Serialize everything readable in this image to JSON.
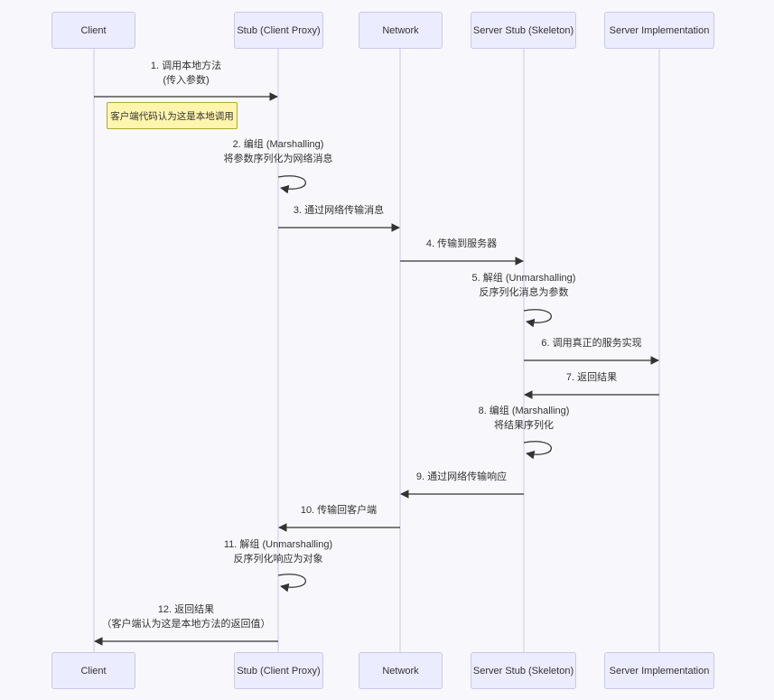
{
  "participants": [
    {
      "label": "Client"
    },
    {
      "label": "Stub (Client Proxy)"
    },
    {
      "label": "Network"
    },
    {
      "label": "Server Stub (Skeleton)"
    },
    {
      "label": "Server Implementation"
    }
  ],
  "note": {
    "text": "客户端代码认为这是本地调用",
    "attached_to": "Client"
  },
  "messages": [
    {
      "kind": "message",
      "from": "Client",
      "to": "Stub (Client Proxy)",
      "text1": "1. 调用本地方法",
      "text2": "(传入参数)"
    },
    {
      "kind": "self",
      "from": "Stub (Client Proxy)",
      "to": "Stub (Client Proxy)",
      "text1": "2. 编组 (Marshalling)",
      "text2": "将参数序列化为网络消息"
    },
    {
      "kind": "message",
      "from": "Stub (Client Proxy)",
      "to": "Network",
      "text1": "3. 通过网络传输消息"
    },
    {
      "kind": "message",
      "from": "Network",
      "to": "Server Stub (Skeleton)",
      "text1": "4. 传输到服务器"
    },
    {
      "kind": "self",
      "from": "Server Stub (Skeleton)",
      "to": "Server Stub (Skeleton)",
      "text1": "5. 解组 (Unmarshalling)",
      "text2": "反序列化消息为参数"
    },
    {
      "kind": "message",
      "from": "Server Stub (Skeleton)",
      "to": "Server Implementation",
      "text1": "6. 调用真正的服务实现"
    },
    {
      "kind": "message",
      "from": "Server Implementation",
      "to": "Server Stub (Skeleton)",
      "text1": "7. 返回结果"
    },
    {
      "kind": "self",
      "from": "Server Stub (Skeleton)",
      "to": "Server Stub (Skeleton)",
      "text1": "8. 编组 (Marshalling)",
      "text2": "将结果序列化"
    },
    {
      "kind": "message",
      "from": "Server Stub (Skeleton)",
      "to": "Network",
      "text1": "9. 通过网络传输响应"
    },
    {
      "kind": "message",
      "from": "Network",
      "to": "Stub (Client Proxy)",
      "text1": "10. 传输回客户端"
    },
    {
      "kind": "self",
      "from": "Stub (Client Proxy)",
      "to": "Stub (Client Proxy)",
      "text1": "11. 解组 (Unmarshalling)",
      "text2": "反序列化响应为对象"
    },
    {
      "kind": "message",
      "from": "Stub (Client Proxy)",
      "to": "Client",
      "text1": "12. 返回结果",
      "text2": "（客户端认为这是本地方法的返回值）"
    }
  ],
  "colors": {
    "background": "#F8F8FC",
    "participant_fill": "#ECECFF",
    "participant_border": "#C9C9E8",
    "lifeline": "#C9C9E8",
    "note_fill": "#FFF5AD",
    "note_border": "#AAAA33",
    "arrow": "#333333",
    "text": "#333333"
  }
}
